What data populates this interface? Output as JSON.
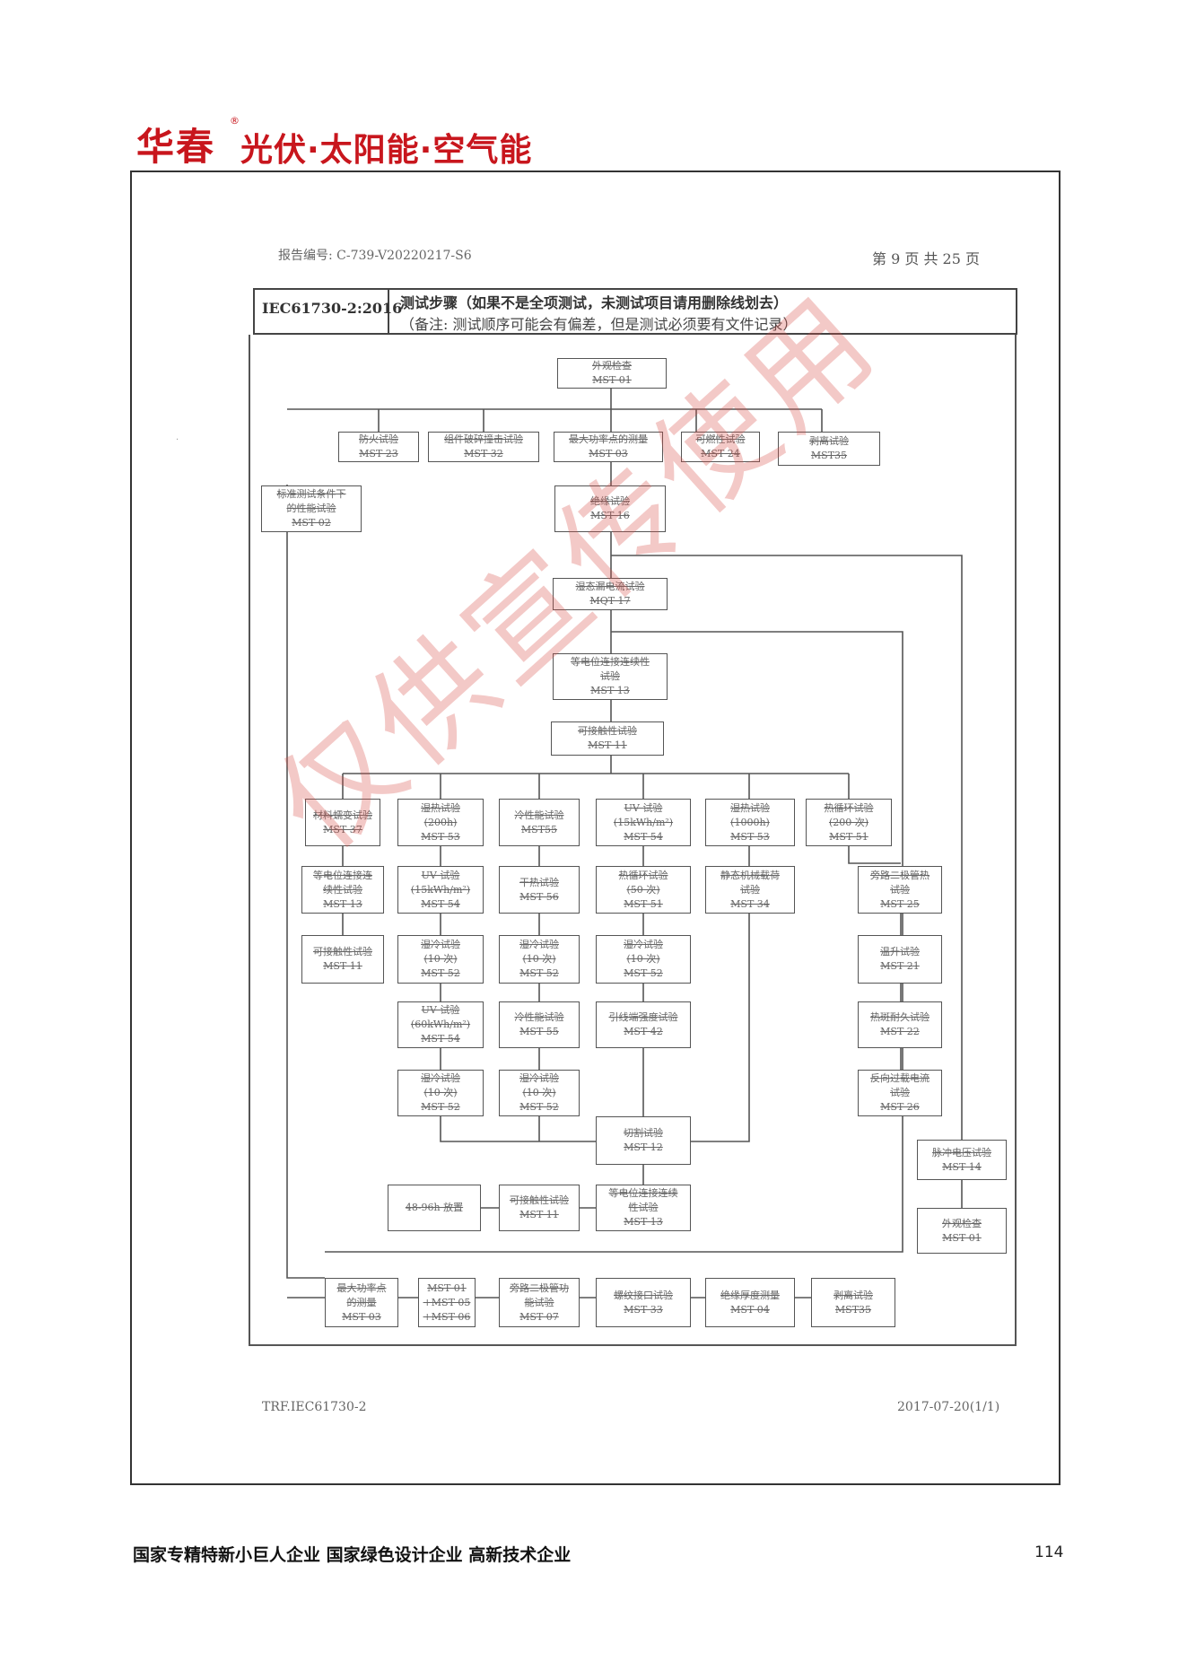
{
  "brand": {
    "name": "华春",
    "registered": "®",
    "tagline": "光伏·太阳能·空气能",
    "color": "#c8161d"
  },
  "report": {
    "number": "报告编号: C-739-V20220217-S6",
    "page_info": "第 9 页 共 25 页",
    "standard": "IEC61730-2:2016",
    "heading_line1": "测试步骤（如果不是全项测试，未测试项目请用删除线划去）",
    "heading_line2": "（备注: 测试顺序可能会有偏差，但是测试必须要有文件记录）",
    "trf": "TRF.IEC61730-2",
    "revision": "2017-07-20(1/1)"
  },
  "flow": {
    "boxes": [
      {
        "id": "b01",
        "lines": [
          "外观检查",
          "MST 01"
        ]
      },
      {
        "id": "b02",
        "lines": [
          "防火试验",
          "MST 23"
        ]
      },
      {
        "id": "b03",
        "lines": [
          "组件破碎撞击试验",
          "MST 32"
        ]
      },
      {
        "id": "b04",
        "lines": [
          "最大功率点的测量",
          "MST 03"
        ]
      },
      {
        "id": "b05",
        "lines": [
          "可燃性试验",
          "MST 24"
        ]
      },
      {
        "id": "b06",
        "lines": [
          "剥离试验",
          "MST35"
        ]
      },
      {
        "id": "b07",
        "lines": [
          "标准测试条件下",
          "的性能试验",
          "MST 02"
        ]
      },
      {
        "id": "b08",
        "lines": [
          "绝缘试验",
          "MST 16"
        ]
      },
      {
        "id": "b09",
        "lines": [
          "湿态漏电流试验",
          "MQT 17"
        ]
      },
      {
        "id": "b10",
        "lines": [
          "等电位连接连续性",
          "试验",
          "MST 13"
        ]
      },
      {
        "id": "b11",
        "lines": [
          "可接触性试验",
          "MST 11"
        ]
      },
      {
        "id": "b12",
        "lines": [
          "材料蠕变试验",
          "MST 37"
        ]
      },
      {
        "id": "b13",
        "lines": [
          "湿热试验",
          "(200h)",
          "MST 53"
        ]
      },
      {
        "id": "b14",
        "lines": [
          "冷性能试验",
          "MST55"
        ]
      },
      {
        "id": "b15",
        "lines": [
          "UV 试验",
          "(15kWh/m²)",
          "MST 54"
        ]
      },
      {
        "id": "b16",
        "lines": [
          "湿热试验",
          "(1000h)",
          "MST 53"
        ]
      },
      {
        "id": "b17",
        "lines": [
          "热循环试验",
          "(200 次)",
          "MST 51"
        ]
      },
      {
        "id": "b18",
        "lines": [
          "等电位连接连",
          "续性试验",
          "MST 13"
        ]
      },
      {
        "id": "b19",
        "lines": [
          "UV 试验",
          "(15kWh/m²)",
          "MST 54"
        ]
      },
      {
        "id": "b20",
        "lines": [
          "干热试验",
          "MST 56"
        ]
      },
      {
        "id": "b21",
        "lines": [
          "热循环试验",
          "(50 次)",
          "MST 51"
        ]
      },
      {
        "id": "b22",
        "lines": [
          "静态机械载荷",
          "试验",
          "MST 34"
        ]
      },
      {
        "id": "b23",
        "lines": [
          "旁路二极管热",
          "试验",
          "MST 25"
        ]
      },
      {
        "id": "b24",
        "lines": [
          "可接触性试验",
          "MST 11"
        ]
      },
      {
        "id": "b25",
        "lines": [
          "湿冷试验",
          "(10 次)",
          "MST 52"
        ]
      },
      {
        "id": "b26",
        "lines": [
          "湿冷试验",
          "(10 次)",
          "MST 52"
        ]
      },
      {
        "id": "b27",
        "lines": [
          "湿冷试验",
          "(10 次)",
          "MST 52"
        ]
      },
      {
        "id": "b28",
        "lines": [
          "温升试验",
          "MST 21"
        ]
      },
      {
        "id": "b29",
        "lines": [
          "UV 试验",
          "(60kWh/m²)",
          "MST 54"
        ]
      },
      {
        "id": "b30",
        "lines": [
          "冷性能试验",
          "MST 55"
        ]
      },
      {
        "id": "b31",
        "lines": [
          "引线端强度试验",
          "MST 42"
        ]
      },
      {
        "id": "b32",
        "lines": [
          "热斑耐久试验",
          "MST 22"
        ]
      },
      {
        "id": "b33",
        "lines": [
          "湿冷试验",
          "(10 次)",
          "MST 52"
        ]
      },
      {
        "id": "b34",
        "lines": [
          "湿冷试验",
          "(10 次)",
          "MST 52"
        ]
      },
      {
        "id": "b35",
        "lines": [
          "反向过载电流",
          "试验",
          "MST 26"
        ]
      },
      {
        "id": "b36",
        "lines": [
          "切割试验",
          "MST 12"
        ]
      },
      {
        "id": "b37",
        "lines": [
          "脉冲电压试验",
          "MST 14"
        ]
      },
      {
        "id": "b38",
        "lines": [
          "48-96h 放置"
        ]
      },
      {
        "id": "b39",
        "lines": [
          "可接触性试验",
          "MST 11"
        ]
      },
      {
        "id": "b40",
        "lines": [
          "等电位连接连续",
          "性试验",
          "MST 13"
        ]
      },
      {
        "id": "b41",
        "lines": [
          "外观检查",
          "MST 01"
        ]
      },
      {
        "id": "b42",
        "lines": [
          "最大功率点",
          "的测量",
          "MST 03"
        ]
      },
      {
        "id": "b43",
        "lines": [
          "MST 01",
          "+MST 05",
          "+MST 06"
        ]
      },
      {
        "id": "b44",
        "lines": [
          "旁路二极管功",
          "能试验",
          "MST 07"
        ]
      },
      {
        "id": "b45",
        "lines": [
          "螺纹接口试验",
          "MST 33"
        ]
      },
      {
        "id": "b46",
        "lines": [
          "绝缘厚度测量",
          "MST 04"
        ]
      },
      {
        "id": "b47",
        "lines": [
          "剥离试验",
          "MST35"
        ]
      }
    ]
  },
  "watermark": "仅供宣传使用",
  "footer": {
    "note": "国家专精特新小巨人企业   国家绿色设计企业   高新技术企业",
    "page": "114"
  }
}
